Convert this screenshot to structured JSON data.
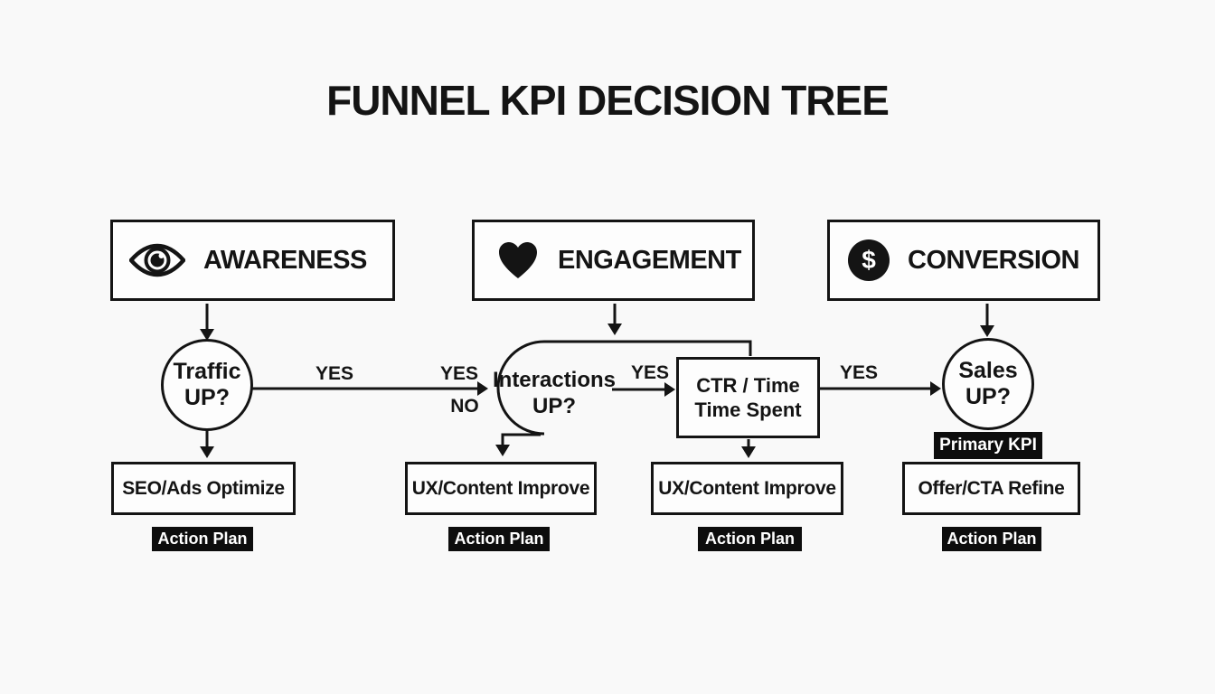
{
  "title": "FUNNEL KPI DECISION TREE",
  "colors": {
    "background": "#f9f9f9",
    "ink": "#141414",
    "badge_bg": "#0d0d0d",
    "badge_text": "#ffffff"
  },
  "stages": [
    {
      "label": "AWARENESS",
      "icon": "eye-icon"
    },
    {
      "label": "ENGAGEMENT",
      "icon": "heart-icon"
    },
    {
      "label": "CONVERSION",
      "icon": "dollar-circle-icon"
    }
  ],
  "dollar_symbol": "$",
  "decisions": [
    {
      "line1": "Traffic",
      "line2": "UP?"
    },
    {
      "line1": "Interactions",
      "line2": "UP?"
    },
    {
      "line1": "Sales",
      "line2": "UP?"
    }
  ],
  "metric_box": {
    "line1": "CTR / Time",
    "line2": "Time Spent"
  },
  "edge_labels": {
    "traffic_yes_near": "YES",
    "traffic_yes_far": "YES",
    "traffic_no": "NO",
    "interactions_yes": "YES",
    "metric_yes": "YES"
  },
  "primary_kpi_badge": "Primary KPI",
  "action_boxes": [
    {
      "label": "SEO/Ads Optimize",
      "badge": "Action Plan"
    },
    {
      "label": "UX/Content Improve",
      "badge": "Action Plan"
    },
    {
      "label": "UX/Content Improve",
      "badge": "Action Plan"
    },
    {
      "label": "Offer/CTA Refine",
      "badge": "Action Plan"
    }
  ]
}
